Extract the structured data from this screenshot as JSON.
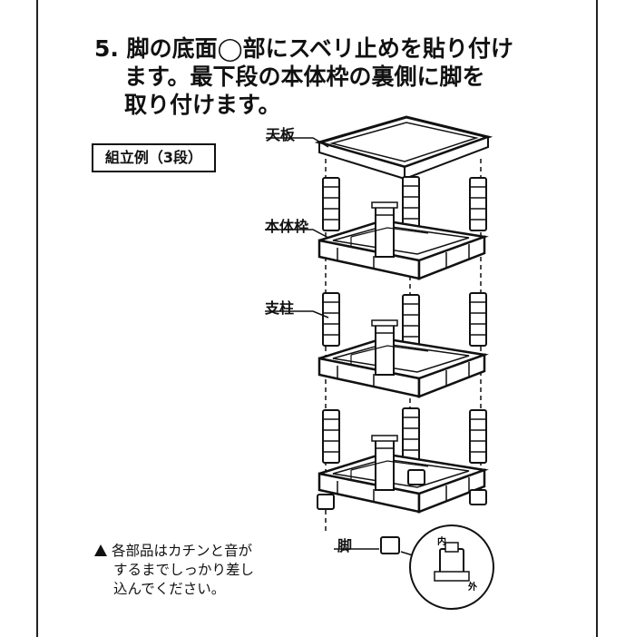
{
  "step": {
    "lines": [
      "5. 脚の底面◯部にスベリ止めを貼り付け",
      "ます。最下段の本体枠の裏側に脚を",
      "取り付けます。"
    ]
  },
  "example_label": "組立例（3段）",
  "parts": {
    "top_board": "天板",
    "frame": "本体枠",
    "post": "支柱",
    "leg": "脚"
  },
  "inset": {
    "inner": "内",
    "outer": "外"
  },
  "caution": {
    "lines": [
      "各部品はカチンと音が",
      "するまでしっかり差し",
      "込んでください。"
    ]
  }
}
